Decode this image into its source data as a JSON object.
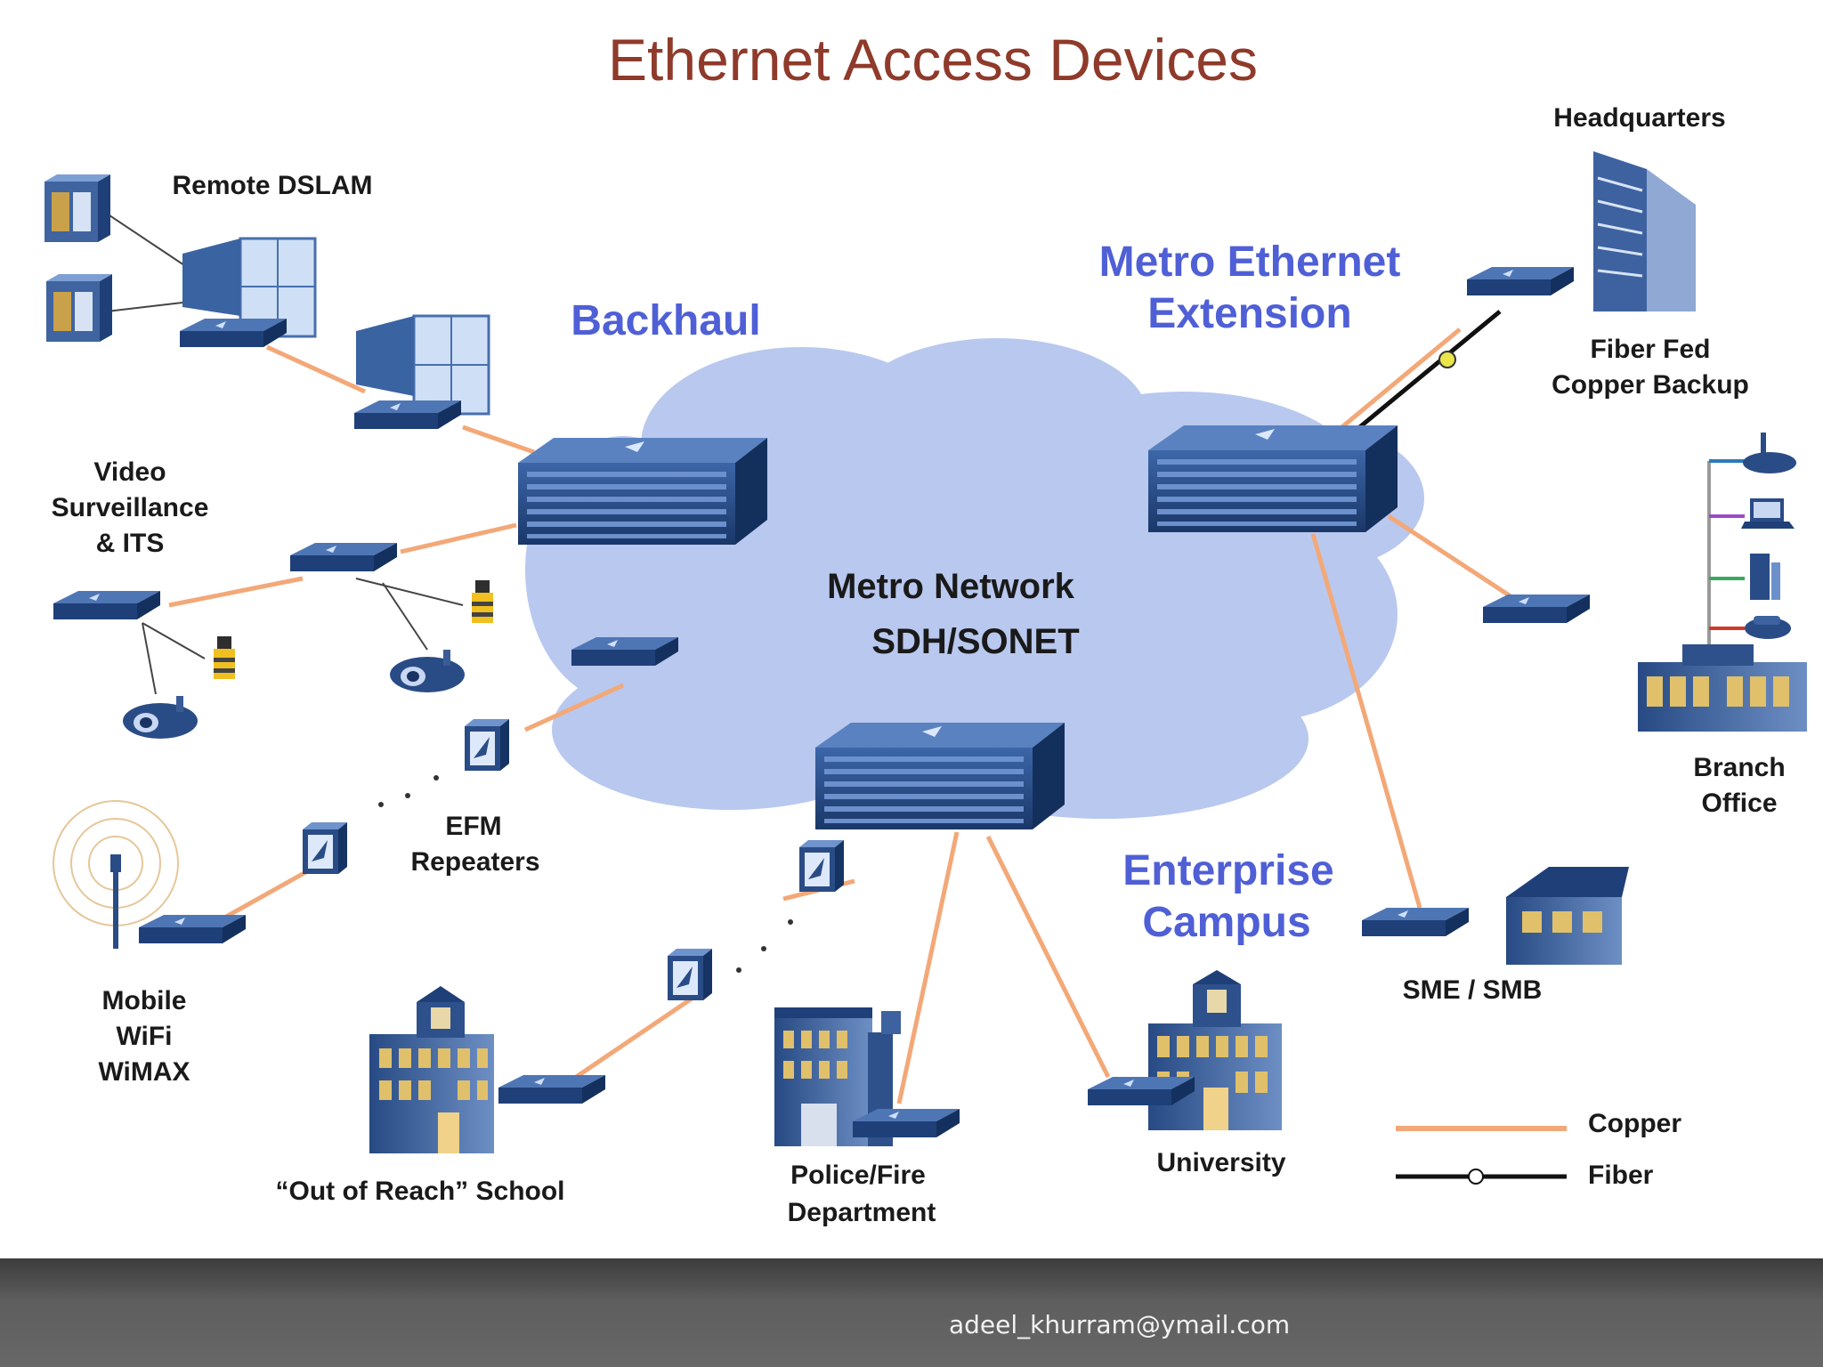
{
  "title": "Ethernet Access Devices",
  "regions": {
    "backhaul": "Backhaul",
    "metro_ethernet_line1": "Metro Ethernet",
    "metro_ethernet_line2": "Extension",
    "enterprise_line1": "Enterprise",
    "enterprise_line2": "Campus"
  },
  "cloud": {
    "line1": "Metro Network",
    "line2": "SDH/SONET"
  },
  "labels": {
    "remote_dslam": "Remote DSLAM",
    "video_line1": "Video",
    "video_line2": "Surveillance",
    "video_line3": "& ITS",
    "efm_line1": "EFM",
    "efm_line2": "Repeaters",
    "mobile_line1": "Mobile",
    "mobile_line2": "WiFi",
    "mobile_line3": "WiMAX",
    "school": "“Out of Reach” School",
    "police_line1": "Police/Fire",
    "police_line2": "Department",
    "university": "University",
    "sme": "SME / SMB",
    "headquarters": "Headquarters",
    "fiber_fed_line1": "Fiber Fed",
    "fiber_fed_line2": "Copper Backup",
    "branch_line1": "Branch",
    "branch_line2": "Office"
  },
  "legend": {
    "copper": "Copper",
    "fiber": "Fiber"
  },
  "footer": {
    "email": "adeel_khurram@ymail.com"
  },
  "colors": {
    "copper_line": "#f3a878",
    "fiber_line": "#111111",
    "cloud": "#b9c8ee",
    "device": "#1f3f78",
    "region_label": "#4f5fd6",
    "title": "#8f3a2a",
    "footer": "#5f5e5e"
  }
}
